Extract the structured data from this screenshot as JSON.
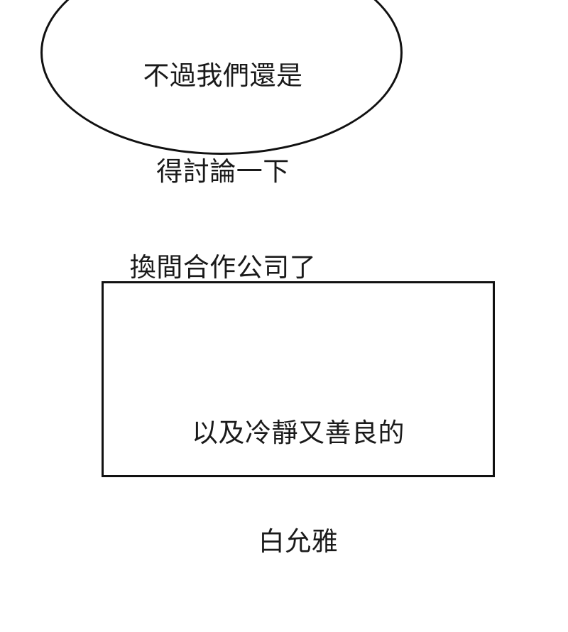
{
  "panel": {
    "background_color": "#ffffff",
    "ink_color": "#111111",
    "text_color": "#1a1a1a"
  },
  "speech_bubble": {
    "shape": "ellipse",
    "lines": [
      "不過我們還是",
      "得討論一下",
      "換間合作公司了"
    ],
    "full_text": "不過我們還是得討論一下換間合作公司了"
  },
  "caption_box": {
    "shape": "rectangle",
    "lines": [
      "以及冷靜又善良的",
      "白允雅"
    ],
    "full_text": "以及冷靜又善良的白允雅"
  }
}
